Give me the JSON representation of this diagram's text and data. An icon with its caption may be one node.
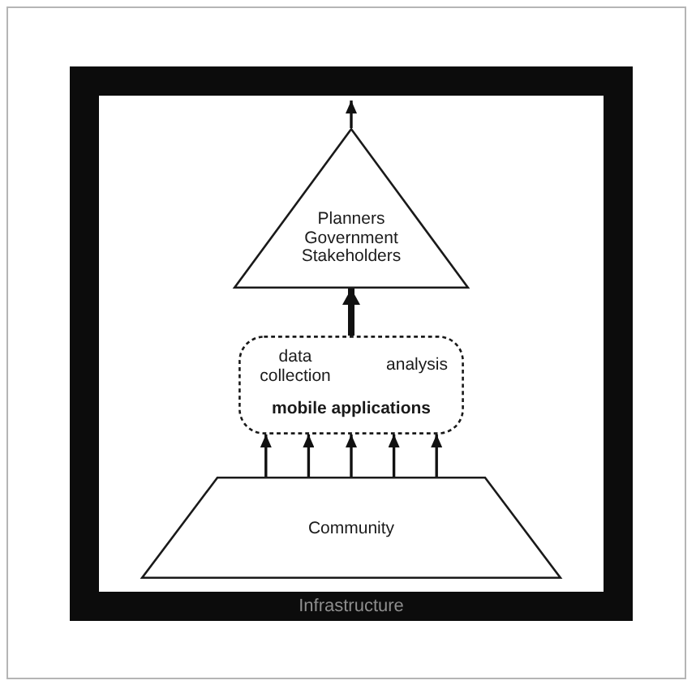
{
  "diagram": {
    "nodes": [
      {
        "text": [
          "Infrastructure"
        ]
      },
      {
        "text": [
          "Planners Government Stakeholders"
        ],
        "in": 0
      },
      {
        "text": [
          "data collection",
          "analysis",
          "mobile applications"
        ],
        "in": 0
      },
      {
        "text": [
          "Community"
        ],
        "in": 0
      }
    ],
    "edges": [
      {
        "from": 1,
        "to": null,
        "arrow": "to"
      },
      {
        "from": 2,
        "to": 1,
        "arrow": "to",
        "style": "thick"
      },
      {
        "from": 3,
        "to": 2,
        "arrow": "to"
      },
      {
        "from": 3,
        "to": 2,
        "arrow": "to"
      },
      {
        "from": 3,
        "to": 2,
        "arrow": "to"
      },
      {
        "from": 3,
        "to": 2,
        "arrow": "to"
      },
      {
        "from": 3,
        "to": 2,
        "arrow": "to"
      }
    ]
  }
}
